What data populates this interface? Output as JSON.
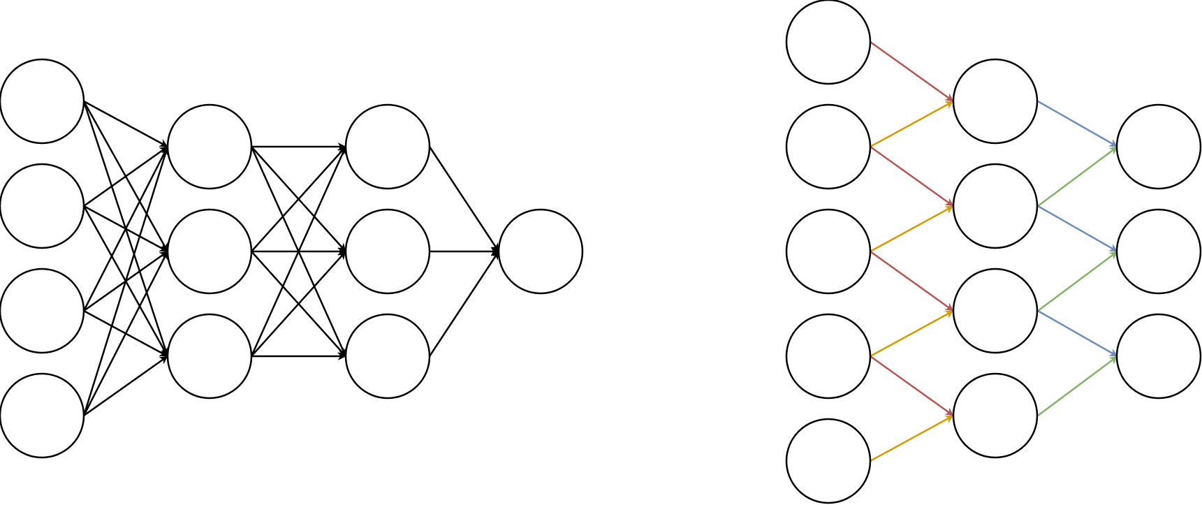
{
  "diagrams": [
    {
      "id": "fully-connected-network",
      "layers": [
        4,
        3,
        3,
        1
      ],
      "connectivity": "fully-connected",
      "edge_colors": [
        "#000000"
      ]
    },
    {
      "id": "locally-connected-network",
      "layers": [
        5,
        4,
        3
      ],
      "connectivity": "local",
      "edge_colors": {
        "input_to_hidden_down": "#b85450",
        "input_to_hidden_up": "#d79b00",
        "hidden_to_output_down": "#6c8ebf",
        "hidden_to_output_up": "#82b366"
      }
    }
  ]
}
